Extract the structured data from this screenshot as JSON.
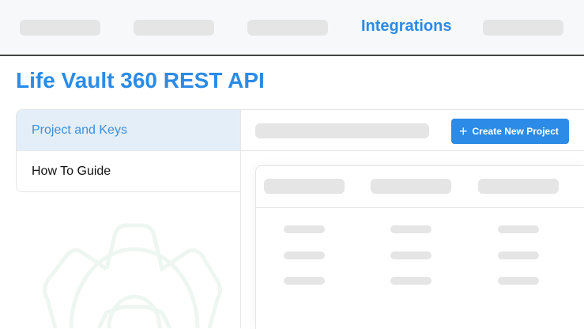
{
  "nav": {
    "active_link": "Integrations"
  },
  "page": {
    "title": "Life Vault 360 REST API"
  },
  "sidebar": {
    "items": [
      {
        "label": "Project and Keys"
      },
      {
        "label": "How To Guide"
      }
    ]
  },
  "main": {
    "create_button": "Create New Project"
  },
  "colors": {
    "accent": "#2b8be6"
  }
}
